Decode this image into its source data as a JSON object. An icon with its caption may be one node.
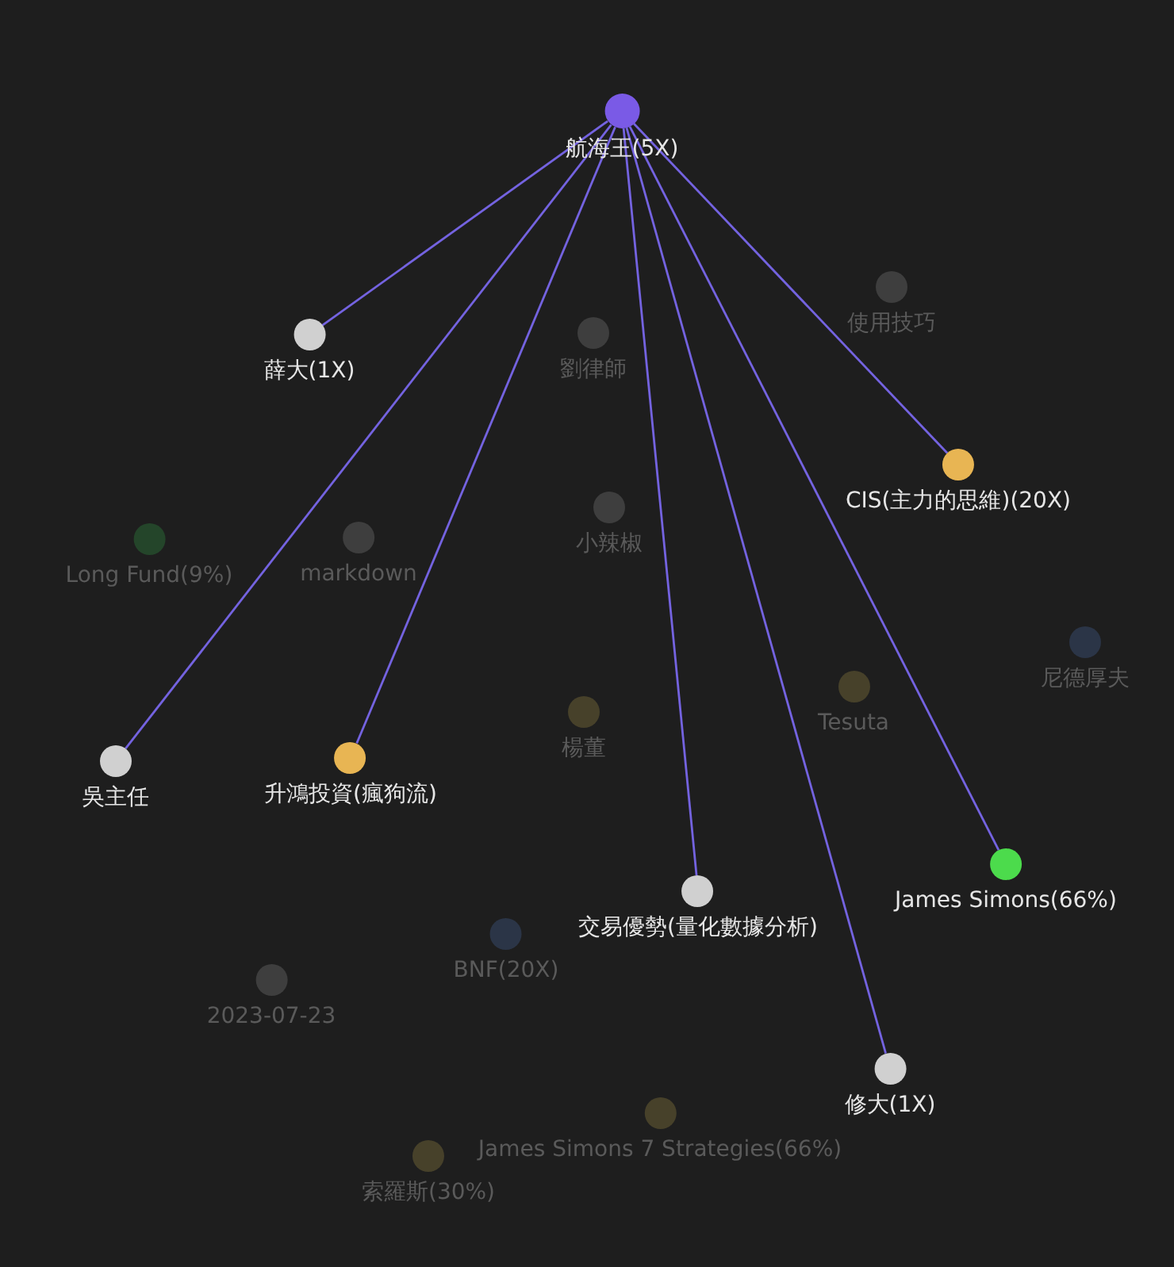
{
  "diagram": {
    "nodes": [
      {
        "text": [
          "航海王(5X)"
        ]
      },
      {
        "text": [
          "使用技巧"
        ]
      },
      {
        "text": [
          "薛大(1X)"
        ]
      },
      {
        "text": [
          "劉律師"
        ]
      },
      {
        "text": [
          "CIS(主力的思維)(20X)"
        ]
      },
      {
        "text": [
          "Long Fund(9%)"
        ]
      },
      {
        "text": [
          "markdown"
        ]
      },
      {
        "text": [
          "小辣椒"
        ]
      },
      {
        "text": [
          "尼德厚夫"
        ]
      },
      {
        "text": [
          "楊董"
        ]
      },
      {
        "text": [
          "Tesuta"
        ]
      },
      {
        "text": [
          "吳主任"
        ]
      },
      {
        "text": [
          "升鴻投資(瘋狗流)"
        ]
      },
      {
        "text": [
          "James Simons(66%)"
        ]
      },
      {
        "text": [
          "交易優勢(量化數據分析)"
        ]
      },
      {
        "text": [
          "BNF(20X)"
        ]
      },
      {
        "text": [
          "2023-07-23"
        ]
      },
      {
        "text": [
          "修大(1X)"
        ]
      },
      {
        "text": [
          "James Simons 7 Strategies(66%)"
        ]
      },
      {
        "text": [
          "索羅斯(30%)"
        ]
      }
    ],
    "edges": [
      {
        "from": 0,
        "to": 2,
        "arrow": "none"
      },
      {
        "from": 0,
        "to": 11,
        "arrow": "none"
      },
      {
        "from": 0,
        "to": 12,
        "arrow": "none"
      },
      {
        "from": 0,
        "to": 14,
        "arrow": "none"
      },
      {
        "from": 0,
        "to": 17,
        "arrow": "none"
      },
      {
        "from": 0,
        "to": 13,
        "arrow": "none"
      },
      {
        "from": 0,
        "to": 4,
        "arrow": "none"
      }
    ]
  }
}
